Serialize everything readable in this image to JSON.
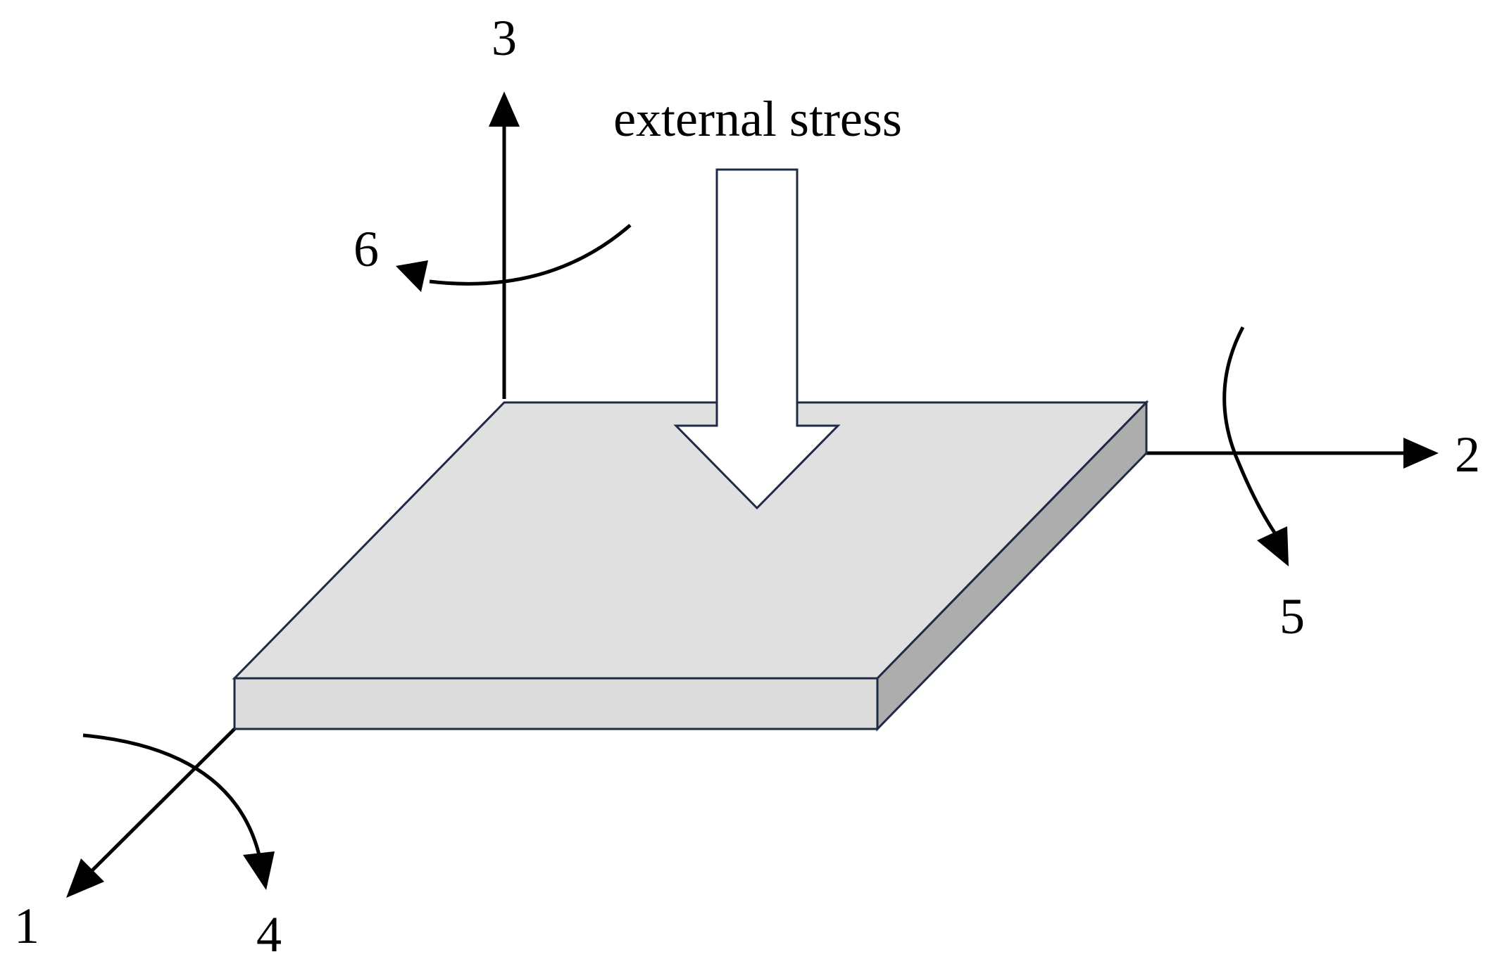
{
  "stress_label": "external stress",
  "axes": {
    "axis_1": "1",
    "axis_2": "2",
    "axis_3": "3"
  },
  "rotations": {
    "rot_4": "4",
    "rot_5": "5",
    "rot_6": "6"
  },
  "colors": {
    "plate_top": "#e0e0e0",
    "plate_front": "#dcdcdc",
    "plate_side": "#adadad",
    "outline": "#1f2a44",
    "axis": "#000000"
  }
}
